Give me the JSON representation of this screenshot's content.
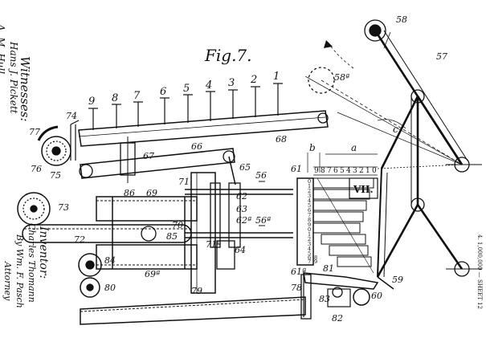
{
  "figure_label": "Fig.7.",
  "witnesses": {
    "heading": "Witnesses:",
    "name_1": "Hans J. Pickett",
    "name_2": "A. M. Hull"
  },
  "inventor": {
    "heading": "Inventor:",
    "name": "Charles Thomann",
    "by_line": "By Wm. F. Pasch",
    "role": "Attorney"
  },
  "margin_text": "4. 1,000,000 — SHEET 12",
  "scale_top_numbers": [
    "9",
    "8",
    "7",
    "6",
    "5",
    "4",
    "3",
    "2",
    "1"
  ],
  "dial_numbers": [
    "9",
    "8",
    "7",
    "6",
    "5",
    "4",
    "3",
    "2",
    "1",
    "0"
  ],
  "dial_block_label": "VII.",
  "column_digits": [
    "0",
    "1",
    "2",
    "3",
    "4",
    "5",
    "6",
    "7",
    "8",
    "9",
    "0",
    "1",
    "2",
    "3",
    "4",
    "5",
    "6",
    "7",
    "8",
    "9"
  ],
  "dim_labels": {
    "a": "a",
    "b": "b",
    "c": "c"
  },
  "reference_numerals": {
    "n58": "58",
    "n58a": "58ª",
    "n57": "57",
    "n68": "68",
    "n74": "74",
    "n77": "77",
    "n76": "76",
    "n75": "75",
    "n67": "67",
    "n66": "66",
    "n65": "65",
    "n61": "61",
    "n61a": "61ª",
    "n71": "71",
    "n56": "56",
    "n56a": "56ª",
    "n62": "62",
    "n63": "63",
    "n62a": "62ª",
    "n71a": "71ª",
    "n64": "64",
    "n73": "73",
    "n86": "86",
    "n69": "69",
    "n70": "70",
    "n85": "85",
    "n72": "72",
    "n69a": "69ª",
    "n84": "84",
    "n80": "80",
    "n79": "79",
    "n81": "81",
    "n78": "78",
    "n83": "83",
    "n82": "82",
    "n59": "59",
    "n60": "60"
  }
}
